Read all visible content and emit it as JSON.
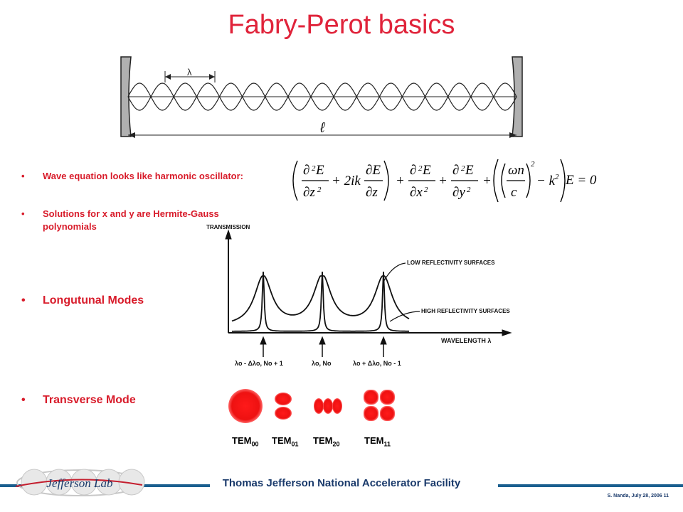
{
  "title": "Fabry-Perot basics",
  "cavity": {
    "lambda_label": "λ",
    "length_label": "ℓ"
  },
  "bullets": [
    {
      "text": "Wave equation looks like harmonic oscillator:"
    },
    {
      "text": "Solutions for x and y are Hermite-Gauss polynomials"
    },
    {
      "text": "Longutunal Modes"
    },
    {
      "text": "Transverse Mode"
    }
  ],
  "bullet_glyph": "•",
  "transmission_plot": {
    "ylabel": "TRANSMISSION",
    "xlabel": "WAVELENGTH λ",
    "annotations": [
      "LOW REFLECTIVITY SURFACES",
      "HIGH REFLECTIVITY SURFACES"
    ],
    "peak_labels": [
      "λo - Δλo, No + 1",
      "λo, No",
      "λo + Δλo, No - 1"
    ]
  },
  "tem_modes": [
    {
      "base": "TEM",
      "sub": "00"
    },
    {
      "base": "TEM",
      "sub": "01"
    },
    {
      "base": "TEM",
      "sub": "20"
    },
    {
      "base": "TEM",
      "sub": "11"
    }
  ],
  "colors": {
    "title": "#e0233a",
    "bullet": "#d81b2a",
    "footer": "#1a3a6b",
    "mode": "#ee1111"
  },
  "footer": {
    "organization": "Thomas Jefferson National Accelerator Facility",
    "logo_text": "Jefferson Lab",
    "credit": "S. Nanda, July 28, 2006 11"
  }
}
